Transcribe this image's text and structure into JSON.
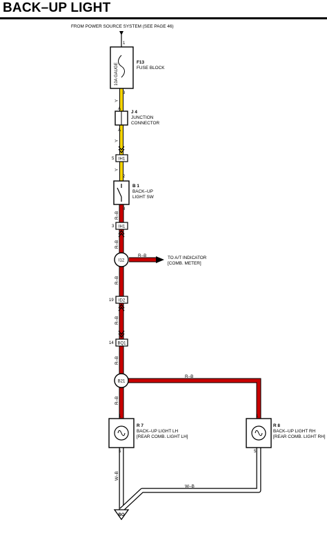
{
  "title": "BACK–UP LIGHT",
  "source_note": "FROM POWER SOURCE SYSTEM (SEE PAGE 46)",
  "colors": {
    "yellow_wire": "#f5d400",
    "red_wire": "#c80000",
    "white_wire": "#ffffff",
    "outline": "#000000"
  },
  "fuse": {
    "id": "F13",
    "name": "FUSE BLOCK",
    "rating": "10A GAUGE",
    "pin_top": "1",
    "pin_bottom": "3"
  },
  "junction": {
    "id": "J 4",
    "name_line1": "JUNCTION",
    "name_line2": "CONNECTOR",
    "pin_top": "A",
    "pin_bottom": "A"
  },
  "switch": {
    "id": "B 1",
    "name_line1": "BACK–UP",
    "name_line2": "LIGHT SW",
    "pin_top": "2",
    "pin_bottom": "8"
  },
  "connectors": {
    "ih1_top": {
      "label": "IH1",
      "pin": "5"
    },
    "ih1_bottom": {
      "label": "IH1",
      "pin": "3"
    },
    "id2": {
      "label": "ID2",
      "pin": "19"
    },
    "bq1": {
      "label": "BQ1",
      "pin": "14"
    }
  },
  "splices": {
    "i12": "I12",
    "b21": "B21"
  },
  "ground": "BO",
  "wire_labels": {
    "y1": "Y",
    "y2": "Y",
    "y3": "Y",
    "rb1": "R–B",
    "rb2": "R–B",
    "rb3": "R–B",
    "rb4": "R–B",
    "rb5": "R–B",
    "rb6": "R–B",
    "rb_branch": "R–B",
    "rb_right": "R–B",
    "wb_left": "W–B",
    "wb_bottom": "W–B"
  },
  "branch_target": {
    "line1": "TO A/T INDICATOR",
    "line2": "[COMB. METER]"
  },
  "lamp_lh": {
    "id": "R 7",
    "name_line1": "BACK–UP LIGHT LH",
    "name_line2": "[REAR COMB.  LIGHT LH]",
    "pin_top": "1",
    "pin_bottom": "5"
  },
  "lamp_rh": {
    "id": "R 8",
    "name_line1": "BACK–UP LIGHT RH",
    "name_line2": "[REAR COMB.  LIGHT RH]",
    "pin_top": "1",
    "pin_bottom": "5"
  }
}
